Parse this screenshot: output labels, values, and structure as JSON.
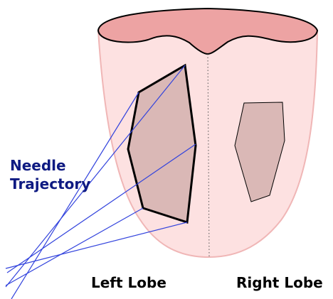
{
  "labels": {
    "needle_line1": "Needle",
    "needle_line2": "Trajectory",
    "left_lobe": "Left Lobe",
    "right_lobe": "Right Lobe"
  },
  "colors": {
    "needle_label": "#0e1a82",
    "needle_lines": "#3344dd",
    "organ_fill": "#fde1e1",
    "organ_outline": "#f0b6b6",
    "top_surface": "#eda3a3",
    "lesion_fill": "#dab8b6"
  }
}
